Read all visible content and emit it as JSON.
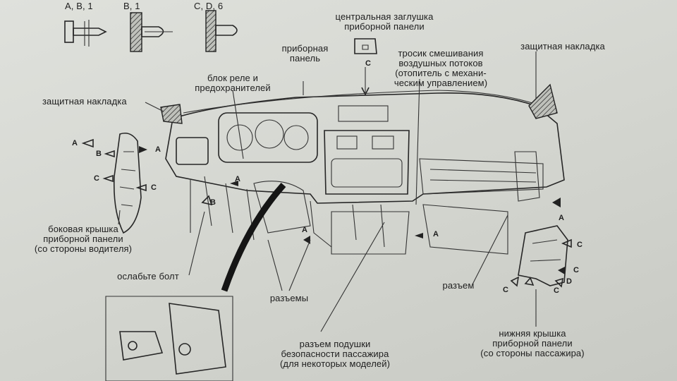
{
  "fastener_labels": [
    "A, B, 1",
    "B, 1",
    "C, D, 6"
  ],
  "labels": {
    "center_plug": "центральная заглушка\nприборной панели",
    "dashboard": "приборная\nпанель",
    "mix_cable": "тросик смешивания\nвоздушных потоков\n(отопитель с механи-\nческим управлением)",
    "protective_cover_right": "защитная накладка",
    "relay_block": "блок реле и\nпредохранителей",
    "protective_cover_left": "защитная накладка",
    "side_cover": "боковая крышка\nприборной панели\n(со стороны водителя)",
    "loosen_bolt": "ослабьте болт",
    "connectors": "разъемы",
    "connector": "разъем",
    "airbag_connector": "разъем подушки\nбезопасности пассажира\n(для некоторых моделей)",
    "lower_cover": "нижняя крышка\nприборной панели\n(со стороны пассажира)"
  },
  "markers": {
    "a": "A",
    "b": "B",
    "c": "C",
    "d": "D"
  }
}
